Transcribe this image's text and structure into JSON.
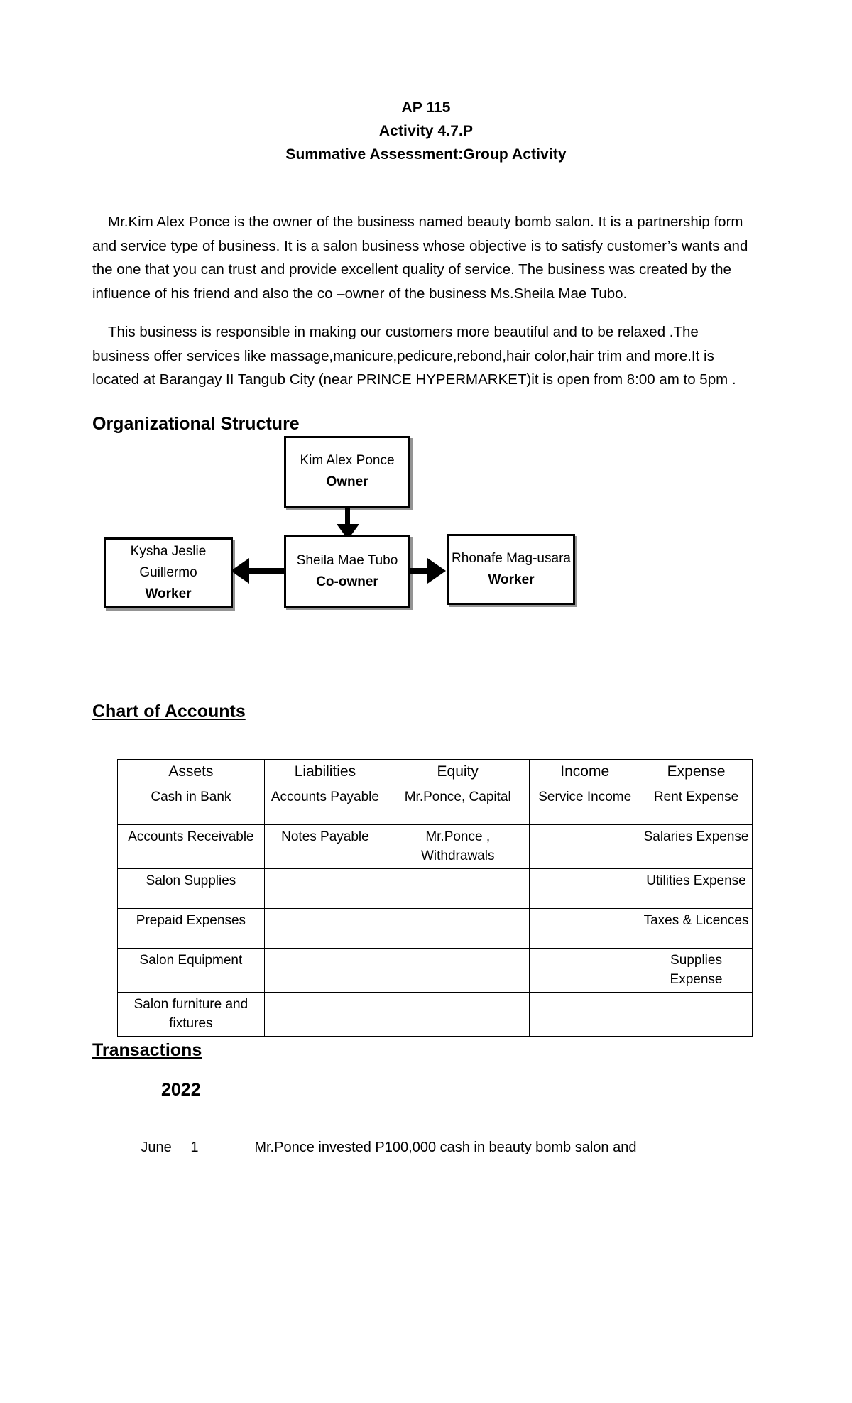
{
  "document": {
    "title_lines": [
      "AP 115",
      "Activity 4.7.P",
      "Summative Assessment:Group Activity"
    ],
    "paragraphs": [
      "Mr.Kim Alex Ponce is the owner of the business named beauty bomb salon. It is a partnership form  and  service type of business. It is a salon business whose objective is to satisfy customer’s wants and the one that you can trust and provide excellent quality of service. The business was created by the influence of his friend and also the  co –owner of the business Ms.Sheila Mae Tubo.",
      "This business is responsible in  making our customers more beautiful and to be relaxed .The business offer services like massage,manicure,pedicure,rebond,hair color,hair  trim and more.It is located at Barangay II  Tangub City (near PRINCE HYPERMARKET)it is open from 8:00 am to 5pm ."
    ]
  },
  "org_structure": {
    "heading": "Organizational Structure",
    "owner": {
      "name": "Kim Alex Ponce",
      "role": "Owner"
    },
    "co_owner": {
      "name": "Sheila Mae Tubo",
      "role": "Co-owner"
    },
    "worker_left": {
      "name": "Kysha Jeslie Guillermo",
      "role": "Worker"
    },
    "worker_right": {
      "name": "Rhonafe Mag-usara",
      "role": "Worker"
    }
  },
  "chart_of_accounts": {
    "heading": "Chart of Accounts ",
    "columns": [
      "Assets",
      "Liabilities",
      "Equity",
      "Income",
      "Expense"
    ],
    "rows": [
      [
        "Cash in Bank",
        "Accounts Payable",
        "Mr.Ponce, Capital",
        "Service Income",
        "Rent Expense"
      ],
      [
        "Accounts Receivable",
        "Notes Payable",
        "Mr.Ponce , Withdrawals",
        "",
        "Salaries Expense"
      ],
      [
        "Salon Supplies",
        "",
        "",
        "",
        "Utilities Expense"
      ],
      [
        "Prepaid Expenses",
        "",
        "",
        "",
        "Taxes & Licences"
      ],
      [
        "Salon  Equipment",
        "",
        "",
        "",
        "Supplies Expense"
      ],
      [
        "Salon furniture and fixtures",
        "",
        "",
        "",
        ""
      ]
    ]
  },
  "transactions": {
    "heading": "Transactions",
    "year": "2022",
    "entries": [
      {
        "month": "June",
        "day": "1",
        "description": "Mr.Ponce invested P100,000 cash in beauty bomb salon and"
      }
    ]
  }
}
